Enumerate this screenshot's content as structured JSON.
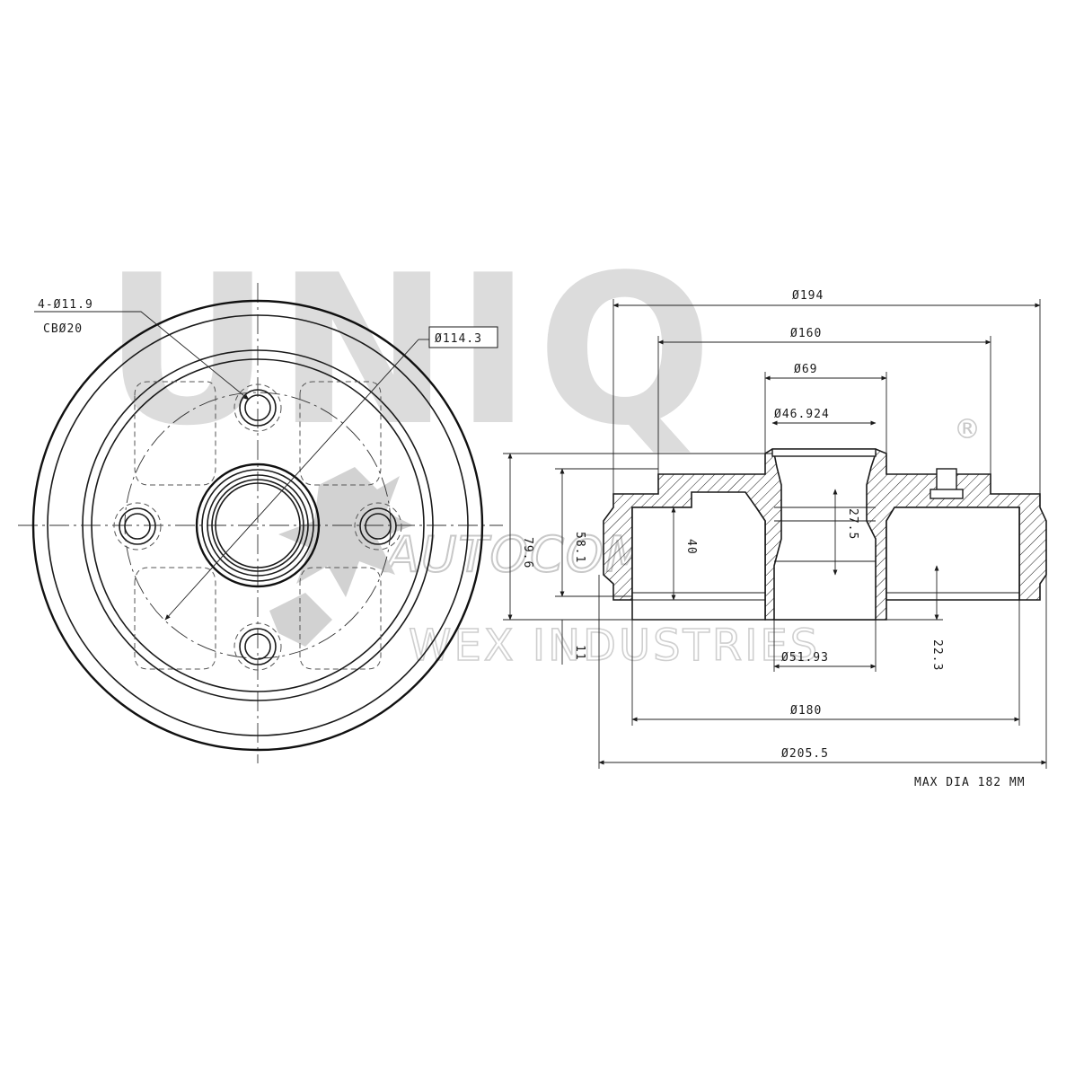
{
  "watermark": {
    "brand": "UNIQ",
    "registered": "®",
    "line1": "AUTOCOMPAS",
    "line2": "WEX INDUSTRIES"
  },
  "front_view": {
    "bolt_holes_label": "4-Ø11.9",
    "center_bore_label": "CBØ20",
    "pcd_label": "Ø114.3",
    "bolt_count": 4
  },
  "section_view": {
    "dims": {
      "d194": "Ø194",
      "d160": "Ø160",
      "d69": "Ø69",
      "d46924": "Ø46.924",
      "d5193": "Ø51.93",
      "d180": "Ø180",
      "d2055": "Ø205.5",
      "h796": "79.6",
      "h581": "58.1",
      "h40": "40",
      "h275": "27.5",
      "h11": "11",
      "h223": "22.3"
    },
    "note": "MAX DIA 182 MM"
  },
  "colors": {
    "line": "#1a1a1a",
    "watermark": "#d4d4d4"
  }
}
